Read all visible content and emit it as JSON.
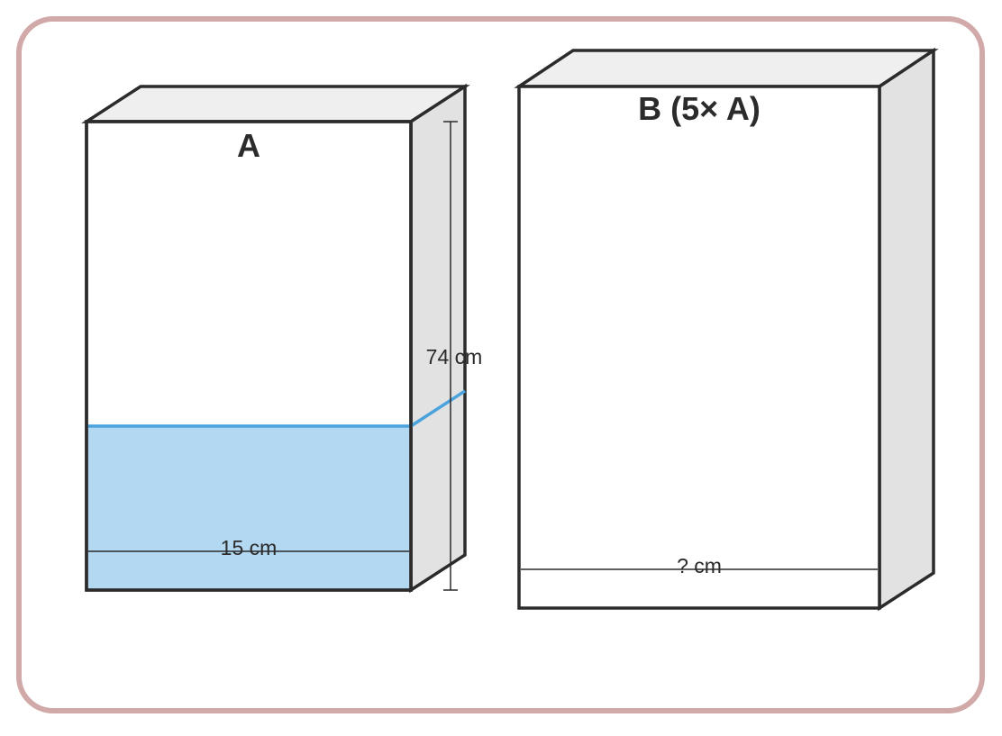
{
  "diagram": {
    "container_a": {
      "label": "A",
      "height_label": "74 cm",
      "water_label": "15 cm"
    },
    "container_b": {
      "label": "B (5× A)",
      "water_label": "? cm"
    },
    "colors": {
      "frame_border": "#d1a9a9",
      "outline": "#2b2b2b",
      "top_face": "#efefef",
      "side_face": "#e2e2e2",
      "water_fill": "#b3d8f2",
      "water_surface": "#4aa3dc"
    }
  }
}
